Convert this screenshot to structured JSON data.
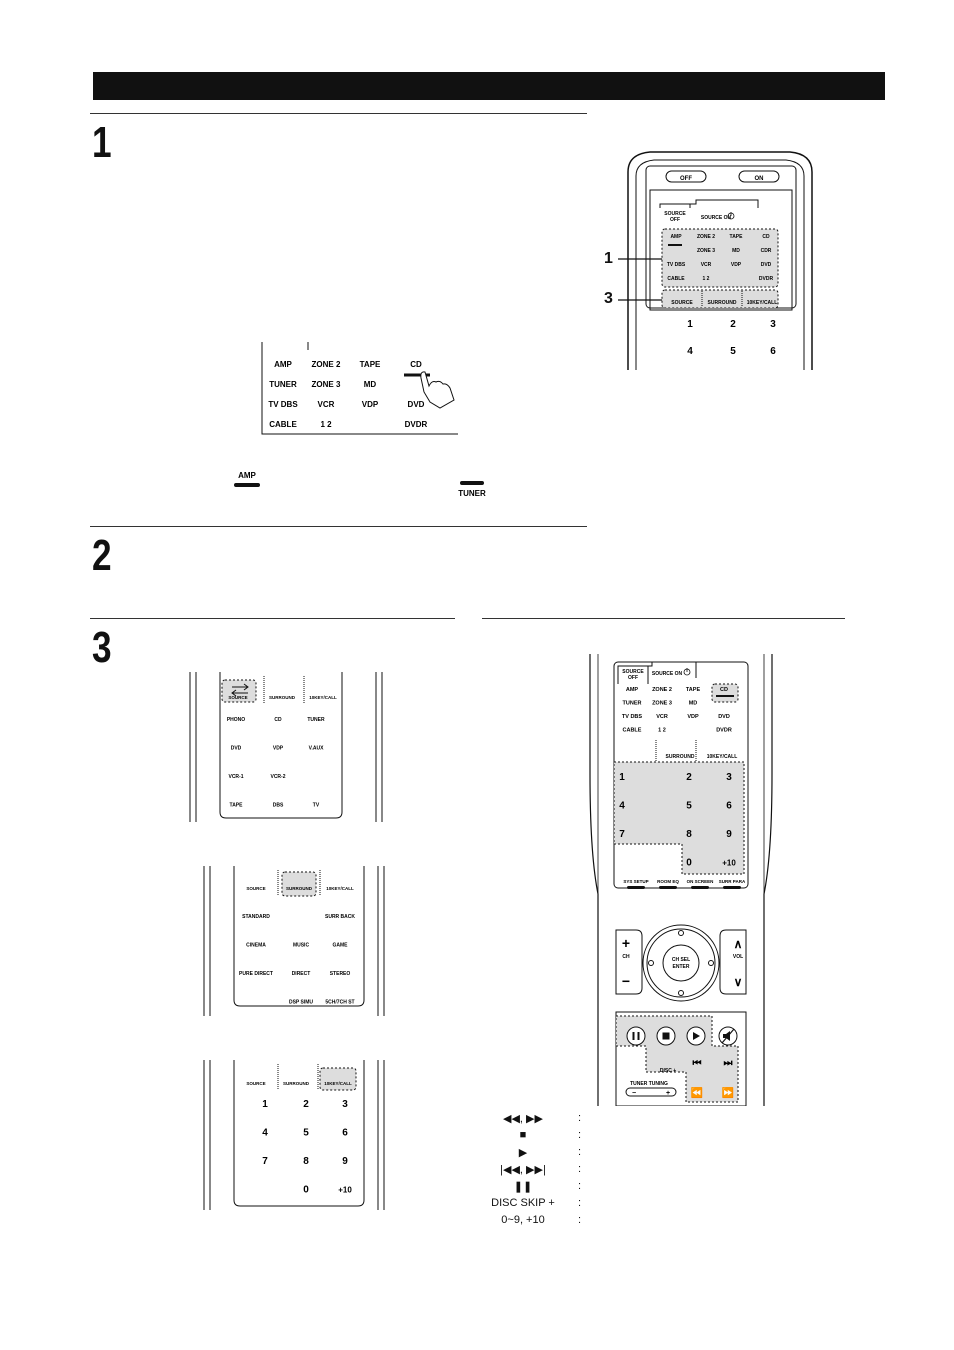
{
  "steps": [
    {
      "number": "1"
    },
    {
      "number": "2"
    },
    {
      "number": "3"
    }
  ],
  "callouts": [
    "1",
    "3"
  ],
  "main_remote": {
    "power": [
      "OFF",
      "ON"
    ],
    "tab_source_off": [
      "SOURCE",
      "OFF"
    ],
    "tab_source_on": "SOURCE ON",
    "grid": [
      [
        "AMP",
        "ZONE 2",
        "TAPE",
        "CD"
      ],
      [
        "",
        "ZONE 3",
        "MD",
        "CDR"
      ],
      [
        "TV DBS",
        "VCR",
        "VDP",
        "DVD"
      ],
      [
        "CABLE",
        "1 2",
        "",
        "DVDR"
      ]
    ],
    "soft_keys": [
      "SOURCE",
      "SURROUND",
      "10KEY/CALL"
    ],
    "numbers": [
      "1",
      "2",
      "3",
      "4",
      "5",
      "6"
    ]
  },
  "zoom_grid": [
    [
      "AMP",
      "ZONE 2",
      "TAPE",
      "CD"
    ],
    [
      "TUNER",
      "ZONE 3",
      "MD",
      ""
    ],
    [
      "TV DBS",
      "VCR",
      "VDP",
      "DVD"
    ],
    [
      "CABLE",
      "1 2",
      "",
      "DVDR"
    ]
  ],
  "indicators": {
    "amp": "AMP",
    "tuner": "TUNER"
  },
  "source_screen": {
    "top": [
      "SOURCE",
      "SURROUND",
      "10KEY/CALL"
    ],
    "rows": [
      [
        "PHONO",
        "CD",
        "TUNER"
      ],
      [
        "DVD",
        "VDP",
        "V.AUX"
      ],
      [
        "VCR-1",
        "VCR-2",
        ""
      ],
      [
        "TAPE",
        "DBS",
        "TV"
      ]
    ]
  },
  "surround_screen": {
    "top": [
      "SOURCE",
      "SURROUND",
      "10KEY/CALL"
    ],
    "rows": [
      [
        "STANDARD",
        "",
        "SURR BACK"
      ],
      [
        "CINEMA",
        "MUSIC",
        "GAME"
      ],
      [
        "PURE DIRECT",
        "DIRECT",
        "STEREO"
      ],
      [
        "",
        "DSP SIMU",
        "5CH/7CH ST"
      ]
    ]
  },
  "tenkey_screen": {
    "top": [
      "SOURCE",
      "SURROUND",
      "10KEY/CALL"
    ],
    "rows": [
      [
        "1",
        "2",
        "3"
      ],
      [
        "4",
        "5",
        "6"
      ],
      [
        "7",
        "8",
        "9"
      ],
      [
        "",
        "0",
        "+10"
      ]
    ]
  },
  "cd_remote": {
    "tab_source_off": [
      "SOURCE",
      "OFF"
    ],
    "tab_source_on": "SOURCE ON",
    "grid": [
      [
        "AMP",
        "ZONE 2",
        "TAPE",
        "CD"
      ],
      [
        "TUNER",
        "ZONE 3",
        "MD",
        ""
      ],
      [
        "TV DBS",
        "VCR",
        "VDP",
        "DVD"
      ],
      [
        "CABLE",
        "1 2",
        "",
        "DVDR"
      ]
    ],
    "soft_keys": [
      "SURROUND",
      "10KEY/CALL"
    ],
    "numbers": [
      [
        "1",
        "2",
        "3"
      ],
      [
        "4",
        "5",
        "6"
      ],
      [
        "7",
        "8",
        "9"
      ],
      [
        "",
        "0",
        "+10"
      ]
    ],
    "function_keys": [
      "SYS SETUP",
      "ROOM EQ",
      "ON SCREEN",
      "SURR PARA"
    ],
    "ch_label": "CH",
    "vol_label": "VOL",
    "enter_lines": [
      "CH SEL",
      "ENTER"
    ],
    "disc_label": "DISC +",
    "tuner_label": "TUNER TUNING"
  },
  "legend": [
    {
      "symbol": "◀◀, ▶▶",
      "colon": ":"
    },
    {
      "symbol": "■",
      "colon": ":"
    },
    {
      "symbol": "▶",
      "colon": ":"
    },
    {
      "symbol": "|◀◀, ▶▶|",
      "colon": ":"
    },
    {
      "symbol": "❚❚",
      "colon": ":"
    },
    {
      "symbol": "DISC SKIP +",
      "colon": ":"
    },
    {
      "symbol": "0~9, +10",
      "colon": ":"
    }
  ]
}
